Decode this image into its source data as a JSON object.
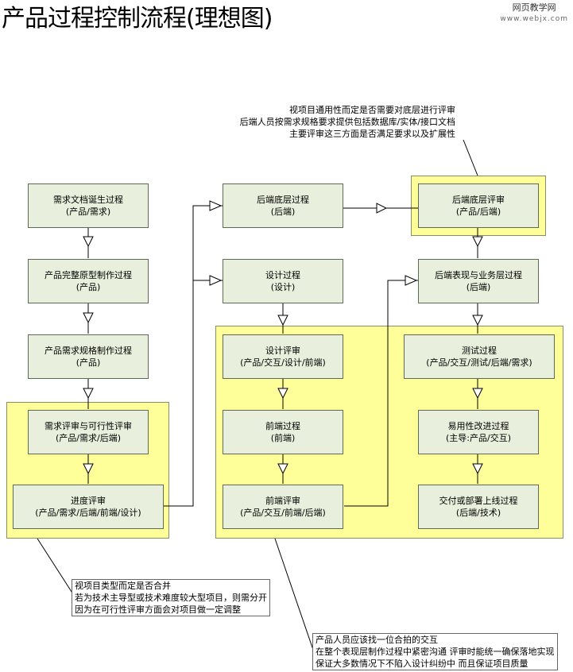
{
  "title": "产品过程控制流程(理想图)",
  "watermark": {
    "line1": "网页教学网",
    "line2": "www.webjx.com"
  },
  "boxes": {
    "req_doc": {
      "line1": "需求文档诞生过程",
      "line2": "(产品/需求)"
    },
    "prototype": {
      "line1": "产品完整原型制作过程",
      "line2": "(产品)"
    },
    "spec": {
      "line1": "产品需求规格制作过程",
      "line2": "(产品)"
    },
    "feasibility": {
      "line1": "需求评审与可行性评审",
      "line2": "(产品/需求/后端)"
    },
    "progress": {
      "line1": "进度评审",
      "line2": "(产品/需求/后端/前端/设计)"
    },
    "backend_base": {
      "line1": "后端底层过程",
      "line2": "(后端)"
    },
    "design": {
      "line1": "设计过程",
      "line2": "(设计)"
    },
    "design_review": {
      "line1": "设计评审",
      "line2": "(产品/交互/设计/前端)"
    },
    "frontend": {
      "line1": "前端过程",
      "line2": "(前端)"
    },
    "frontend_review": {
      "line1": "前端评审",
      "line2": "(产品/交互/前端/后端)"
    },
    "backend_review": {
      "line1": "后端底层评审",
      "line2": "(产品/后端)"
    },
    "business_layer": {
      "line1": "后端表现与业务层过程",
      "line2": "(后端)"
    },
    "testing": {
      "line1": "测试过程",
      "line2": "(产品/交互/测试/后端/需求)"
    },
    "usability": {
      "line1": "易用性改进过程",
      "line2": "(主导:产品/交互)"
    },
    "deploy": {
      "line1": "交付或部署上线过程",
      "line2": "(后端/技术)"
    }
  },
  "notes": {
    "top": [
      "视项目通用性而定是否需要对底层进行评审",
      "后端人员按需求规格要求提供包括数据库/实体/接口文档",
      "主要评审这三方面是否满足要求以及扩展性"
    ],
    "bottom_left": [
      "视项目类型而定是否合并",
      "若为技术主导型或技术难度较大型项目，则需分开",
      "因为在可行性评审方面会对项目做一定调整"
    ],
    "bottom_right": [
      "产品人员应该找一位合拍的交互",
      "在整个表现层制作过程中紧密沟通 评审时能统一确保落地实现",
      "保证大多数情况下不陷入设计纠纷中 而且保证项目质量"
    ]
  },
  "colors": {
    "panel": "#ffff99",
    "box": "#e8efdc",
    "box_border": "#5d6b55",
    "line": "#000000"
  }
}
